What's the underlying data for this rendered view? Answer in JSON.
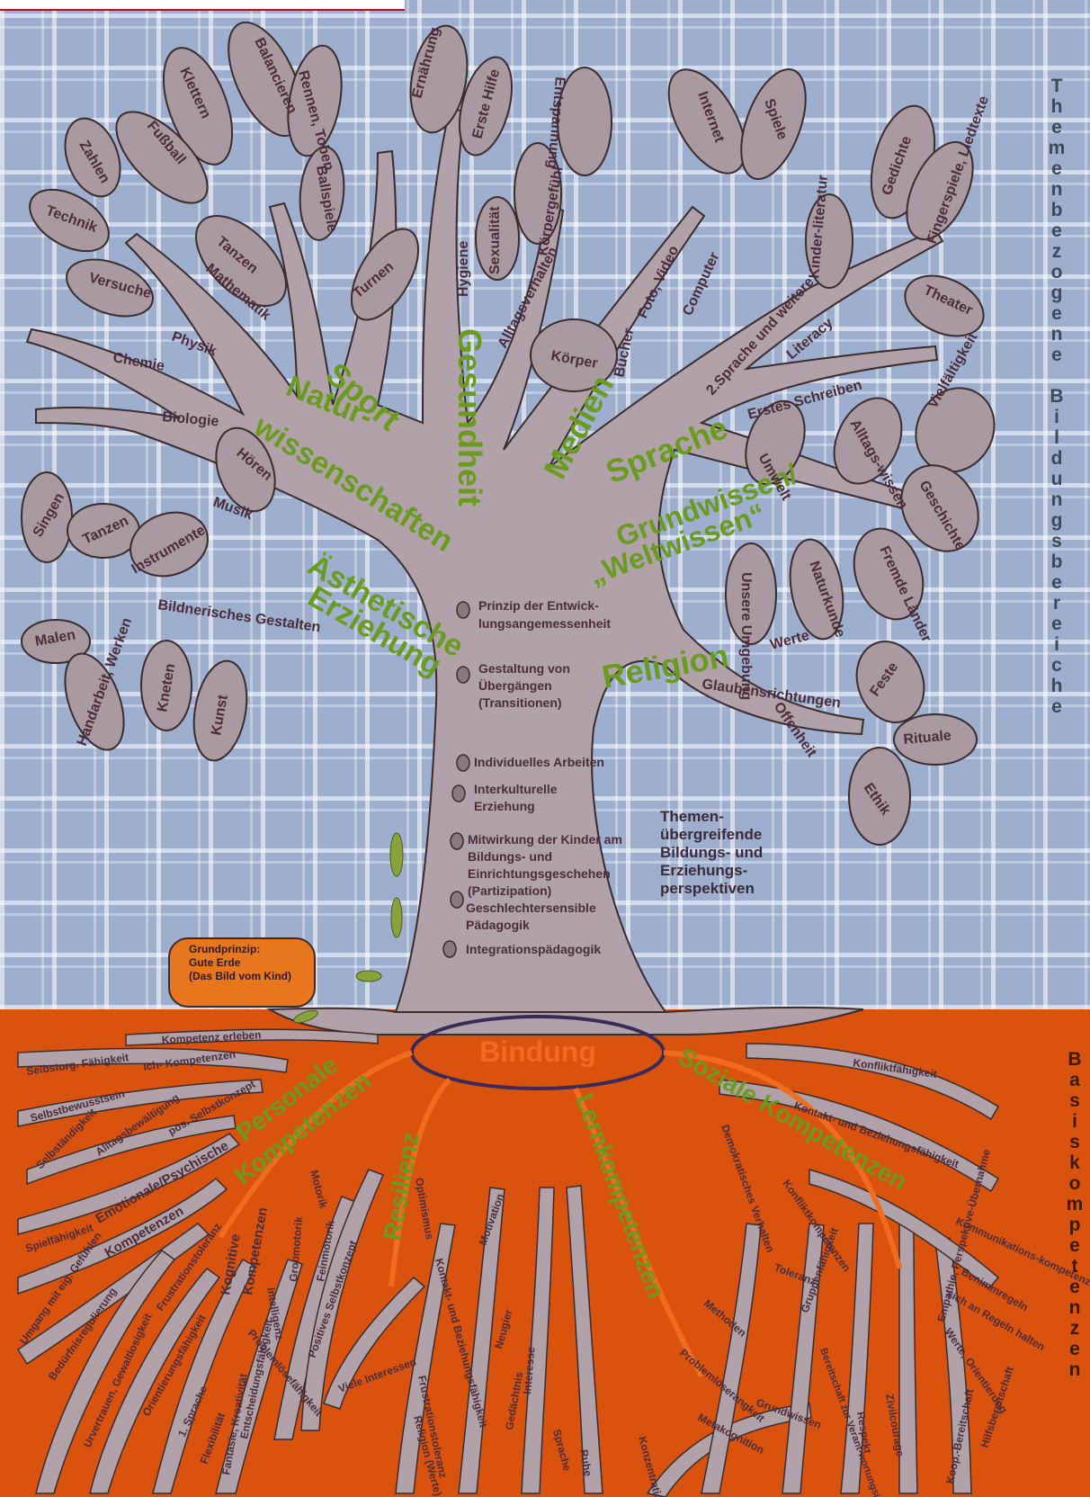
{
  "side_labels": {
    "top": "Themenbezogene Bildungsbereiche",
    "bottom": "Basiskompetenzen"
  },
  "domains": {
    "sport": "Sport",
    "naturwissenschaften": [
      "Natur-",
      "wissenschaften"
    ],
    "gesundheit": "Gesundheit",
    "medien": "Medien",
    "sprache": "Sprache",
    "aesthetische": [
      "Ästhetische",
      "Erziehung"
    ],
    "grundwissen": [
      "Grundwissen/",
      "„Weltwissen“"
    ],
    "religion": "Religion"
  },
  "leaves": {
    "sport": [
      "Klettern",
      "Balancieren",
      "Rennen, Toben",
      "Fußball",
      "Ballspiele",
      "Tanzen",
      "Turnen"
    ],
    "natur": [
      "Zahlen",
      "Technik",
      "Versuche",
      "Mathematik",
      "Physik",
      "Chemie",
      "Biologie"
    ],
    "gesundheit": [
      "Ernährung",
      "Erste Hilfe",
      "Entspannung",
      "Sexualität",
      "Körpergefühl",
      "Hygiene",
      "Alltagsverhalten",
      "Körper"
    ],
    "medien": [
      "Internet",
      "Spiele",
      "Foto, Video",
      "Computer",
      "Bücher"
    ],
    "sprache": [
      "Gedichte",
      "Fingerspiele, Liedtexte",
      "Kinder-literatur",
      "Theater",
      "2.Sprache und weitere",
      "Literacy",
      "Erstes Schreiben"
    ],
    "aesthetik": [
      "Hören",
      "Singen",
      "Tanzen",
      "Musik",
      "Instrumente",
      "Bildnerisches Gestalten",
      "Malen",
      "Handarbeit, Werken",
      "Kneten",
      "Kunst"
    ],
    "welt": [
      "Umwelt",
      "Alltags-wissen",
      "Vielfältigkeit",
      "Geschichte",
      "Fremde Länder",
      "Unsere Umgebung",
      "Naturkunde"
    ],
    "religion": [
      "Werte",
      "Feste",
      "Glaubensrichtungen",
      "Rituale",
      "Offenheit",
      "Ethik"
    ]
  },
  "trunk_principles": [
    [
      "Prinzip der Entwick-",
      "lungsangemessenheit"
    ],
    [
      "Gestaltung von",
      "Übergängen",
      "(Transitionen)"
    ],
    [
      "Individuelles Arbeiten"
    ],
    [
      "Interkulturelle",
      "Erziehung"
    ],
    [
      "Mitwirkung der Kinder am",
      "Bildungs- und",
      "Einrichtungsgeschehen",
      "(Partizipation)"
    ],
    [
      "Geschlechtersensible",
      "Pädagogik"
    ],
    [
      "Integrationspädagogik"
    ]
  ],
  "perspectives_caption": [
    "Themen-",
    "übergreifende",
    "Bildungs- und",
    "Erziehungs-",
    "perspektiven"
  ],
  "grundprinzip": [
    "Grundprinzip:",
    "Gute Erde",
    "(Das Bild vom Kind)"
  ],
  "center": "Bindung",
  "competence_groups": {
    "personale": [
      "Personale",
      "Kompetenzen"
    ],
    "soziale": "Soziale Kompetenzen",
    "resilienz": "Resilienz",
    "lern": "Lernkompetenzen"
  },
  "roots": {
    "left": [
      "Kompetenz erleben",
      "Selbstorg. Fähigkeit",
      "Ich- Kompetenzen",
      "Selbstbewusstsein",
      "Selbständigkeit",
      "Alltagsbewältigung",
      "pos. Selbstkonzept",
      "Emotionale/Psychische",
      "Kompetenzen",
      "Spielfähigkeit",
      "Umgang mit eig. Gefühlen",
      "Bedürfnisregulierung",
      "Frustrationstoleranz",
      "Urvertrauen, Gewaltlosigkeit",
      "Orientierungsfähigkeit",
      "1. Sprache",
      "Flexibilität",
      "Kognitive",
      "Kompetenzen",
      "Fantasie, Kreativität",
      "Entscheidungsfähigkeit",
      "Problemlösefähigkeit"
    ],
    "middle": [
      "Motorik",
      "Intelligenz",
      "Grobmotorik",
      "Feinmotorik",
      "Positives Selbstkonzept",
      "Viele Interessen",
      "Optimismus",
      "Kontakt- und Beziehungsfähigkeit",
      "Frustrationstoleranz",
      "Religion (Werte)",
      "Motivation",
      "Neugier",
      "Interesse",
      "Gedächtnis",
      "Sprache",
      "Ruhe",
      "Konzentrations-fähigkeit"
    ],
    "right": [
      "Konfliktfähigkeit",
      "Kontakt- und Beziehungsfähigkeit",
      "Demokratisches Verhalten",
      "Konfliktkompetenzen",
      "Kommunikations-kompetenz",
      "Toleranz",
      "Benimmregeln",
      "sich an Regeln halten",
      "Werte, Orientierung",
      "Methoden",
      "Gruppenfähigkeit",
      "Problemlöserangkeit",
      "Bereitschaft zur Verant-wortungsübernahme",
      "Empathie, Perspektive-Übernahme",
      "Respekt",
      "Zivilcourage",
      "Hilfsbereitschaft",
      "Koop.-Bereitschaft",
      "Metakognition",
      "Grundwissen"
    ]
  }
}
